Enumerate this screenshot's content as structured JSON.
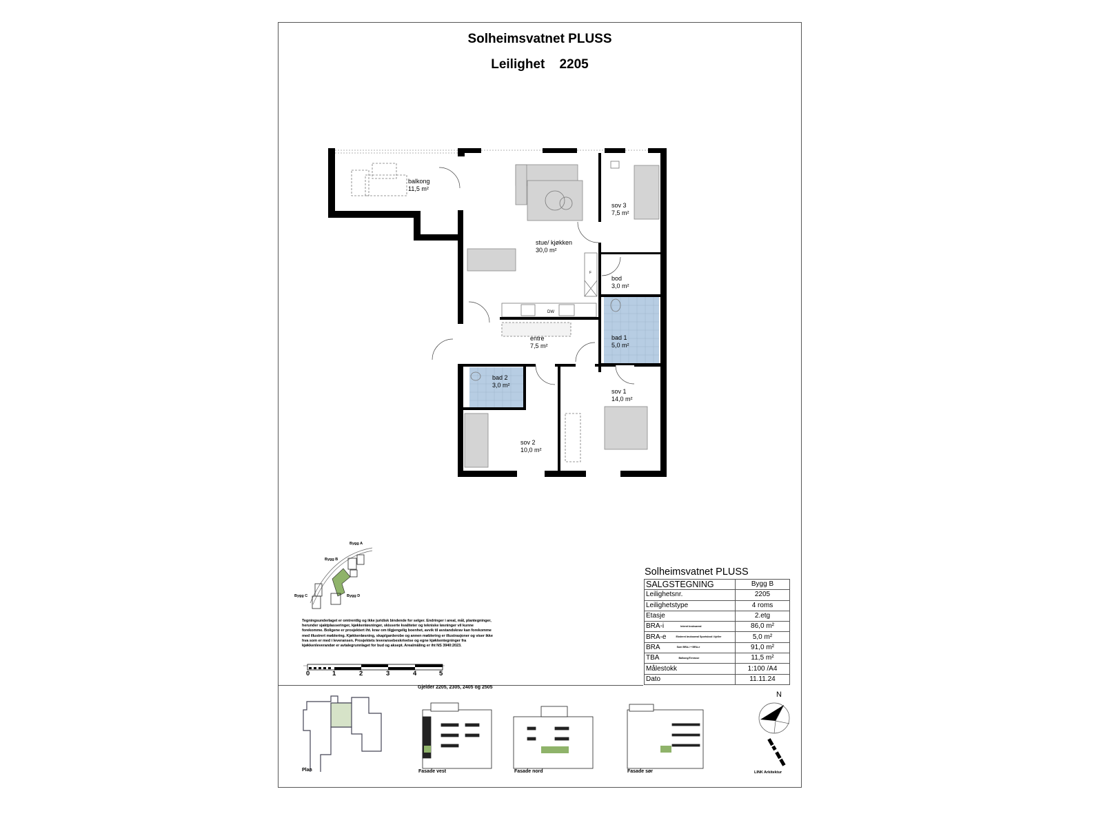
{
  "header": {
    "project": "Solheimsvatnet PLUSS",
    "unit_label": "Leilighet",
    "unit_number": "2205"
  },
  "rooms": [
    {
      "name": "balkong",
      "area": "11,5 m²"
    },
    {
      "name": "stue/ kjøkken",
      "area": "30,0 m²"
    },
    {
      "name": "sov 3",
      "area": "7,5 m²"
    },
    {
      "name": "bod",
      "area": "3,0 m²"
    },
    {
      "name": "bad 1",
      "area": "5,0 m²"
    },
    {
      "name": "entre",
      "area": "7,5 m²"
    },
    {
      "name": "bad 2",
      "area": "3,0 m²"
    },
    {
      "name": "sov 1",
      "area": "14,0 m²"
    },
    {
      "name": "sov 2",
      "area": "10,0 m²"
    }
  ],
  "fixtures": {
    "dishwasher": "DW",
    "fridge": "F"
  },
  "site_map": {
    "buildings": [
      "Bygg A",
      "Bygg B",
      "Bygg C",
      "Bygg D"
    ],
    "highlight_color": "#8fb36a"
  },
  "disclaimer": "Tegningsunderlaget er omtrentlig og ikke juridisk bindende for selger. Endringer i areal, mål, plantegninger, herunder sjaktplasseringer, kjøkkenløsninger, skisserte kvaliteter og tekniske løsninger vil kunne forekomme. Boligene er prosjektert iht. krav om tilgjengelig boenhet, avvik til avstandskrav kan forekomme med illustrert møblering. Kjøkkenløsning, skap/garderobe og annen møblering er illustrasjoner og viser ikke hva som er med i leveransen. Prosjektets leveransebeskrivelse og egne kjøkkentegninger fra kjøkkenleverandør er avtalegrunnlaget for bud og aksept. Arealmåling er iht NS 3940:2023.",
  "scale_bar": {
    "labels": [
      "0",
      "1",
      "2",
      "3",
      "4",
      "5"
    ]
  },
  "info_table": {
    "title": "Solheimsvatnet PLUSS",
    "heading": "SALGSTEGNING",
    "heading_value": "Bygg B",
    "rows": [
      {
        "label": "Leilighetsnr.",
        "note": "",
        "value": "2205"
      },
      {
        "label": "Leilighetstype",
        "note": "",
        "value": "4 roms"
      },
      {
        "label": "Etasje",
        "note": "",
        "value": "2.etg"
      },
      {
        "label": "BRA-i",
        "note": "Internt bruksareal",
        "value": "86,0 m²"
      },
      {
        "label": "BRA-e",
        "note": "Eksternt bruksareal Sportsbod i kjeller",
        "value": "5,0 m²"
      },
      {
        "label": "BRA",
        "note": "Sum BRA-i + BRA-e",
        "value": "91,0 m²"
      },
      {
        "label": "TBA",
        "note": "Balkong/Terrasse",
        "value": "11,5 m²"
      },
      {
        "label": "Målestokk",
        "note": "",
        "value": "1:100 /A4"
      },
      {
        "label": "Dato",
        "note": "",
        "value": "11.11.24"
      }
    ]
  },
  "applies_to": "Gjelder 2205, 2305, 2405 og 2505",
  "views": [
    {
      "label": "Plan"
    },
    {
      "label": "Fasade vest"
    },
    {
      "label": "Fasade nord"
    },
    {
      "label": "Fasade sør"
    }
  ],
  "compass": {
    "label": "N"
  },
  "logo": {
    "text": "LINK",
    "caption": "LINK Arkitektur"
  },
  "colors": {
    "wet_room": "#b7cde3",
    "furniture": "#d4d4d4",
    "highlight": "#8fb36a",
    "plan_highlight": "#d6e3c8"
  }
}
